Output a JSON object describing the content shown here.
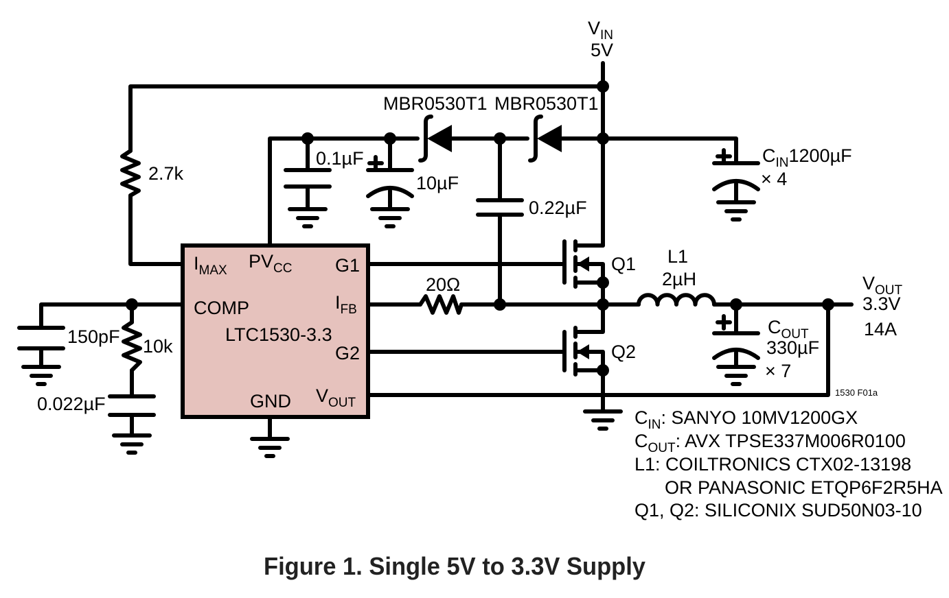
{
  "supply": {
    "name": "V",
    "sub": "IN",
    "value": "5V"
  },
  "chip": {
    "name": "LTC1530-3.3",
    "fill": "#e6c2bd",
    "pins": {
      "imax": {
        "main": "I",
        "sub": "MAX"
      },
      "pvcc": {
        "main": "PV",
        "sub": "CC"
      },
      "g1": "G1",
      "comp": "COMP",
      "ifb": {
        "main": "I",
        "sub": "FB"
      },
      "g2": "G2",
      "gnd": "GND",
      "vout": {
        "main": "V",
        "sub": "OUT"
      }
    }
  },
  "components": {
    "r_imax": "2.7k",
    "c_pvcc": "0.1µF",
    "c_10u": "10µF",
    "d1": "MBR0530T1",
    "d2": "MBR0530T1",
    "c_boot": "0.22µF",
    "r_ifb": "20Ω",
    "cin": {
      "main": "C",
      "sub": "IN",
      "value": "1200µF",
      "mult": "× 4"
    },
    "q1": "Q1",
    "q2": "Q2",
    "l1": {
      "name": "L1",
      "value": "2µH"
    },
    "cout": {
      "main": "C",
      "sub": "OUT",
      "value": "330µF",
      "mult": "× 7"
    },
    "c_150p": "150pF",
    "r_comp": "10k",
    "c_comp": "0.022µF"
  },
  "output": {
    "name": "V",
    "sub": "OUT",
    "voltage": "3.3V",
    "current": "14A"
  },
  "figure_code": "1530 F01a",
  "notes": {
    "cin": {
      "main": "C",
      "sub": "IN",
      "text": ": SANYO 10MV1200GX"
    },
    "cout": {
      "main": "C",
      "sub": "OUT",
      "text": ": AVX TPSE337M006R0100"
    },
    "l1_line1": "L1: COILTRONICS CTX02-13198",
    "l1_line2": "OR PANASONIC ETQP6F2R5HA",
    "q": "Q1, Q2: SILICONIX SUD50N03-10"
  },
  "caption": "Figure 1. Single 5V to 3.3V Supply"
}
